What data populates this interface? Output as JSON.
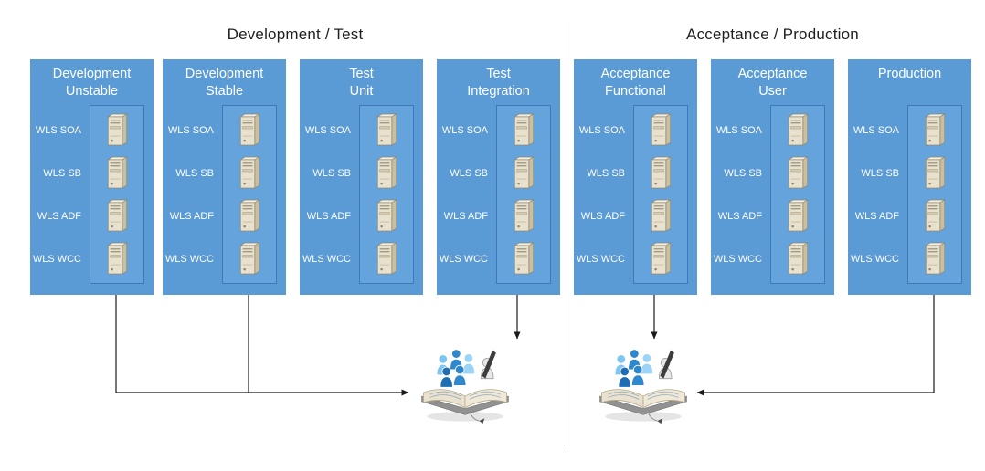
{
  "diagram": {
    "sections": [
      {
        "label": "Development / Test"
      },
      {
        "label": "Acceptance / Production"
      }
    ],
    "server_labels": [
      "WLS SOA",
      "WLS SB",
      "WLS ADF",
      "WLS WCC"
    ],
    "environments": [
      {
        "title": "Development\nUnstable",
        "section": 0
      },
      {
        "title": "Development\nStable",
        "section": 0
      },
      {
        "title": "Test\nUnit",
        "section": 0
      },
      {
        "title": "Test\nIntegration",
        "section": 0
      },
      {
        "title": "Acceptance\nFunctional",
        "section": 1
      },
      {
        "title": "Acceptance\nUser",
        "section": 1
      },
      {
        "title": "Production",
        "section": 1
      }
    ],
    "directories": [
      {
        "name": "dev-test-directory"
      },
      {
        "name": "acc-prod-directory"
      }
    ],
    "connections": [
      {
        "from": "Development Unstable",
        "to": "dev-test-directory"
      },
      {
        "from": "Development Stable",
        "to": "dev-test-directory"
      },
      {
        "from": "Test Integration",
        "to": "dev-test-directory"
      },
      {
        "from": "Acceptance Functional",
        "to": "acc-prod-directory"
      },
      {
        "from": "Production",
        "to": "acc-prod-directory"
      }
    ],
    "colors": {
      "env_box": "#5b9bd5",
      "panel_fill": "#64a3db",
      "panel_border": "#3e78b6",
      "title_text": "#ffffff",
      "arrow": "#1a1a1a"
    },
    "icons": {
      "server": "server-tower-icon",
      "directory": "directory-book-people-icon"
    }
  }
}
